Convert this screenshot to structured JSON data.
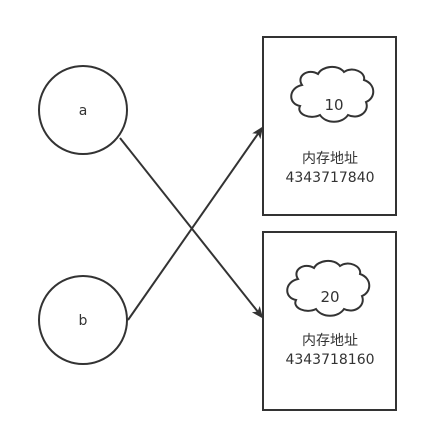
{
  "nodes": {
    "a": {
      "label": "a"
    },
    "b": {
      "label": "b"
    }
  },
  "boxes": [
    {
      "cloud_value": "10",
      "caption": "内存地址",
      "address": "4343717840"
    },
    {
      "cloud_value": "20",
      "caption": "内存地址",
      "address": "4343718160"
    }
  ],
  "colors": {
    "stroke": "#333333",
    "background": "#ffffff"
  }
}
